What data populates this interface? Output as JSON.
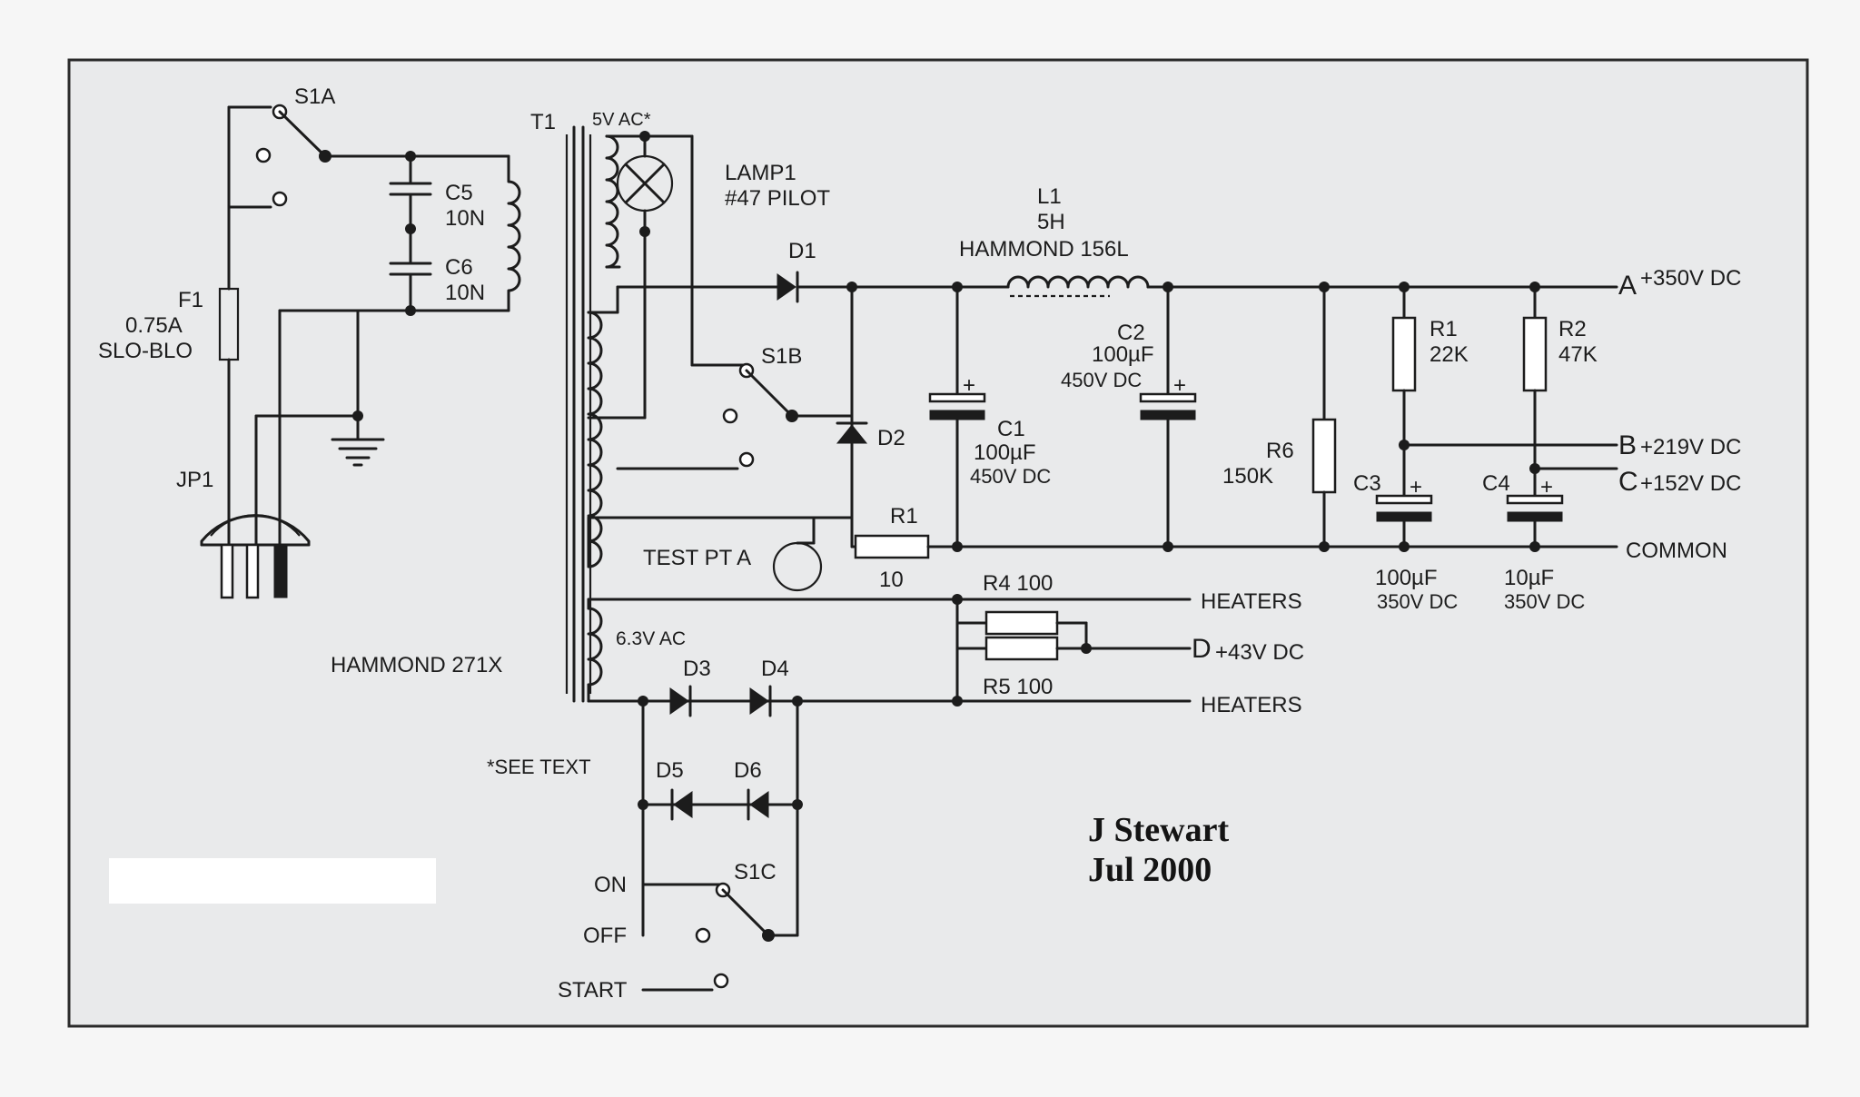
{
  "components": {
    "s1a": "S1A",
    "s1b": "S1B",
    "s1c": "S1C",
    "t1": "T1",
    "t1_5v": "5V AC*",
    "t1_6v3": "6.3V AC",
    "t1_part": "HAMMOND 271X",
    "lamp": "LAMP1",
    "lamp_type": "#47 PILOT",
    "c5": "C5",
    "c5_value": "10N",
    "c6": "C6",
    "c6_value": "10N",
    "f1": "F1",
    "f1_rating": "0.75A",
    "f1_type": "SLO-BLO",
    "jp1": "JP1",
    "d1": "D1",
    "d2": "D2",
    "d3": "D3",
    "d4": "D4",
    "d5": "D5",
    "d6": "D6",
    "l1": "L1",
    "l1_value": "5H",
    "l1_part": "HAMMOND 156L",
    "c1": "C1",
    "c1_value": "100µF",
    "c1_voltage": "450V DC",
    "c2": "C2",
    "c2_value": "100µF",
    "c2_voltage": "450V DC",
    "c3_value": "100µF",
    "c3_voltage": "350V DC",
    "c3": "C3",
    "c4": "C4",
    "c4_value": "10µF",
    "c4_voltage": "350V DC",
    "r1": "R1",
    "r1_value": "22K",
    "r2": "R2",
    "r2_value": "47K",
    "r6": "R6",
    "r6_value": "150K",
    "r_test": "R1",
    "r_test_value": "10",
    "r4": "R4 100",
    "r5": "R5 100",
    "test_point": "TEST PT A",
    "switch_on": "ON",
    "switch_off": "OFF",
    "switch_start": "START",
    "see_text": "*SEE TEXT"
  },
  "outputs": {
    "a_letter": "A",
    "a_volt": "+350V DC",
    "b_letter": "B",
    "b_volt": "+219V DC",
    "c_letter": "C",
    "c_volt": "+152V DC",
    "d_letter": "D",
    "d_volt": "+43V DC",
    "common": "COMMON",
    "heaters_top": "HEATERS",
    "heaters_bottom": "HEATERS"
  },
  "signature": {
    "name": "J Stewart",
    "date": "Jul 2000"
  }
}
